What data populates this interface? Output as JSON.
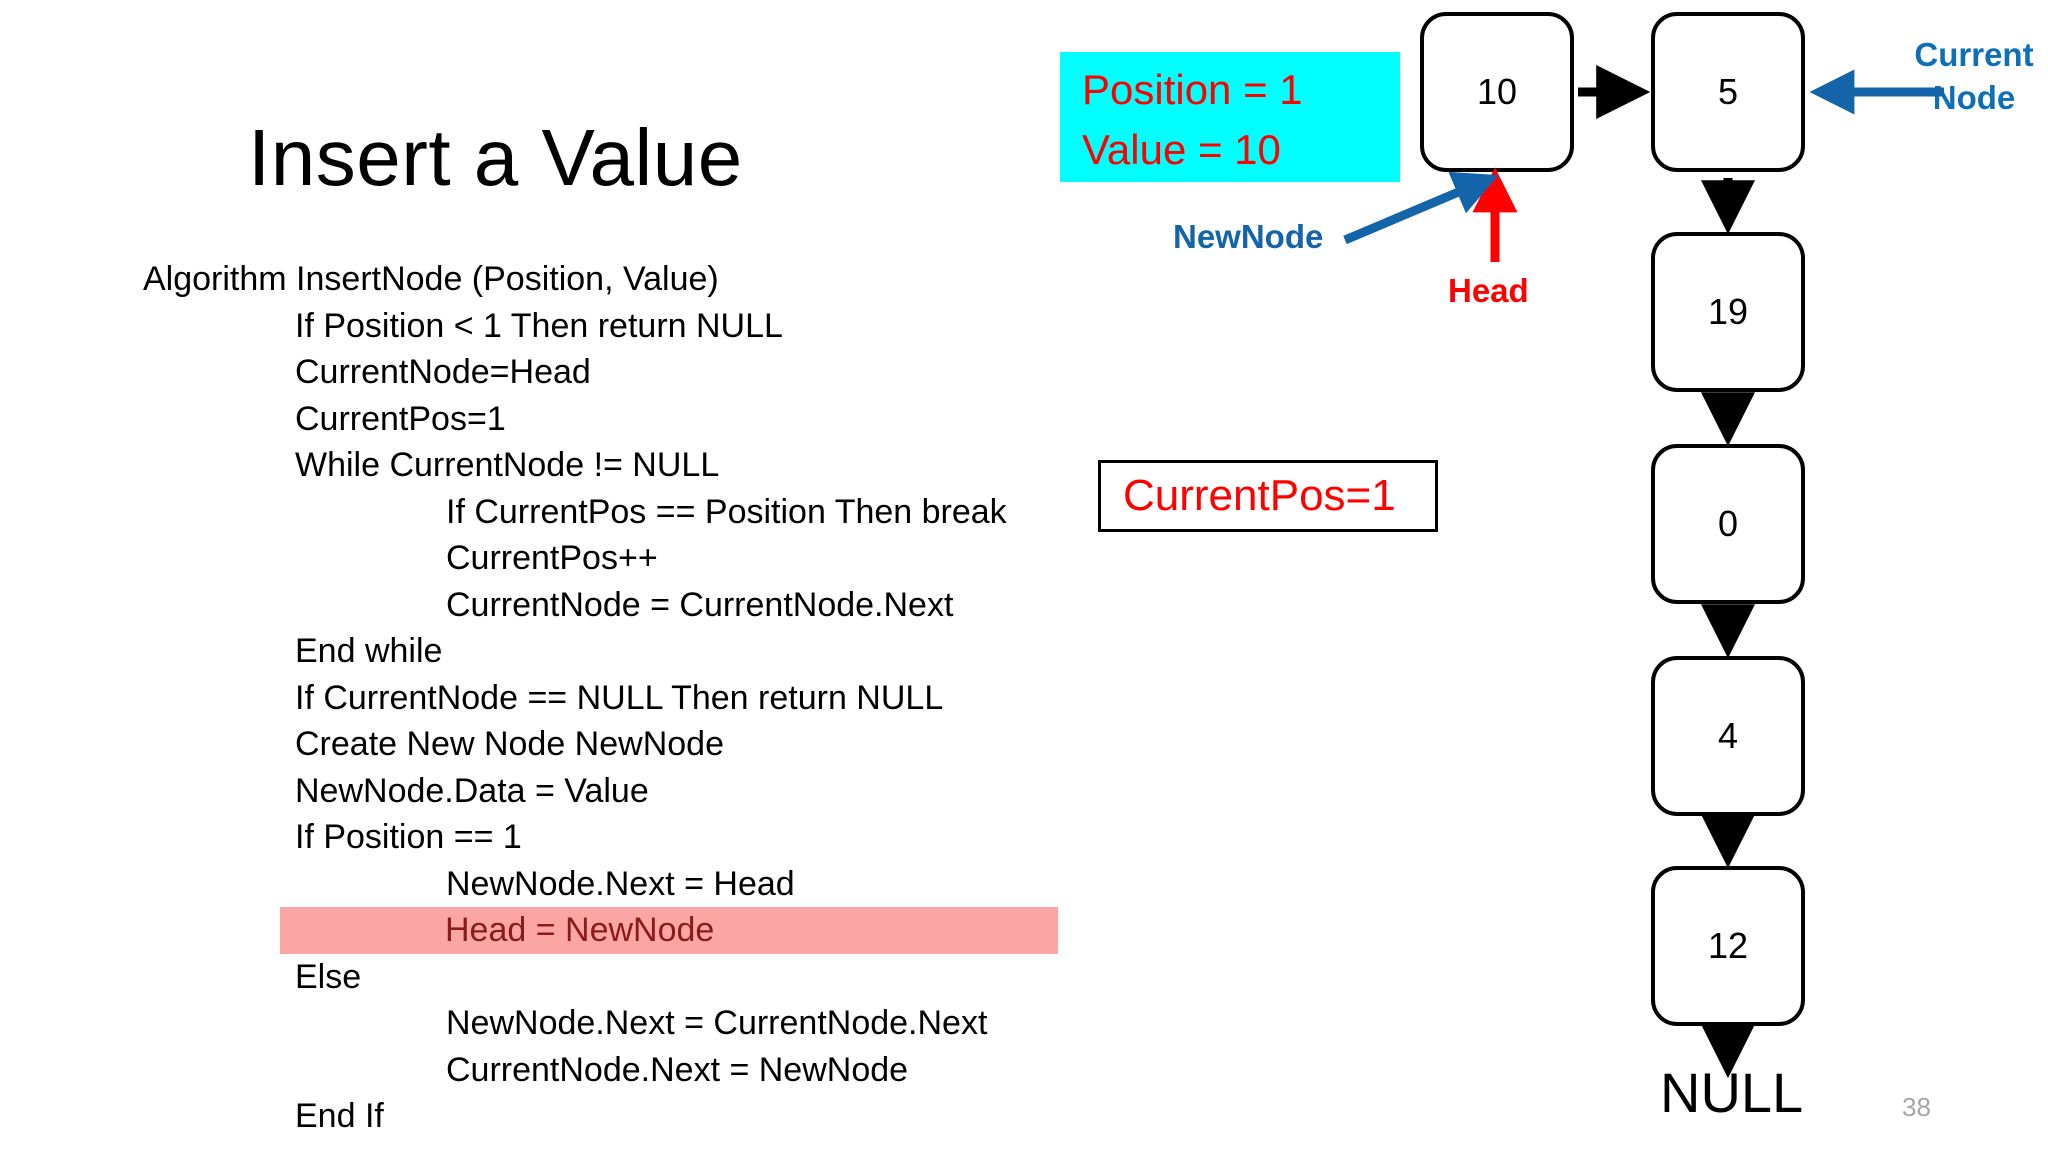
{
  "slide": {
    "title": "Insert a Value",
    "page_number": "38"
  },
  "algorithm": {
    "lines": [
      {
        "text": "Algorithm InsertNode (Position, Value)",
        "indent": 0,
        "highlight": false
      },
      {
        "text": "If Position < 1 Then return NULL",
        "indent": 1,
        "highlight": false
      },
      {
        "text": "CurrentNode=Head",
        "indent": 1,
        "highlight": false
      },
      {
        "text": "CurrentPos=1",
        "indent": 1,
        "highlight": false
      },
      {
        "text": "While CurrentNode != NULL",
        "indent": 1,
        "highlight": false
      },
      {
        "text": "If CurrentPos == Position Then break",
        "indent": 2,
        "highlight": false
      },
      {
        "text": "CurrentPos++",
        "indent": 2,
        "highlight": false
      },
      {
        "text": "CurrentNode = CurrentNode.Next",
        "indent": 2,
        "highlight": false
      },
      {
        "text": "End while",
        "indent": 1,
        "highlight": false
      },
      {
        "text": "If CurrentNode == NULL Then return NULL",
        "indent": 1,
        "highlight": false
      },
      {
        "text": "Create New Node NewNode",
        "indent": 1,
        "highlight": false
      },
      {
        "text": "NewNode.Data = Value",
        "indent": 1,
        "highlight": false
      },
      {
        "text": "If Position == 1",
        "indent": 1,
        "highlight": false
      },
      {
        "text": "NewNode.Next = Head",
        "indent": 2,
        "highlight": false
      },
      {
        "text": "Head = NewNode",
        "indent": 2,
        "highlight": true
      },
      {
        "text": "Else",
        "indent": 1,
        "highlight": false
      },
      {
        "text": "NewNode.Next = CurrentNode.Next",
        "indent": 2,
        "highlight": false
      },
      {
        "text": "CurrentNode.Next = NewNode",
        "indent": 2,
        "highlight": false
      },
      {
        "text": "End If",
        "indent": 1,
        "highlight": false
      }
    ]
  },
  "param_box": {
    "line1": "Position = 1",
    "line2": "Value = 10",
    "background": "#00FFFF",
    "text_color": "#FF0000"
  },
  "currentpos_box": {
    "text": "CurrentPos=1",
    "text_color": "#FF0000"
  },
  "diagram": {
    "nodes": [
      {
        "value": "10",
        "name": "node-10"
      },
      {
        "value": "5",
        "name": "node-5"
      },
      {
        "value": "19",
        "name": "node-19"
      },
      {
        "value": "0",
        "name": "node-0"
      },
      {
        "value": "4",
        "name": "node-4"
      },
      {
        "value": "12",
        "name": "node-12"
      }
    ],
    "terminator": "NULL",
    "labels": {
      "current_node_line1": "Current",
      "current_node_line2": "Node",
      "newnode": "NewNode",
      "head": "Head"
    },
    "colors": {
      "pointer_blue": "#1464AA",
      "pointer_red": "#FF0000",
      "link_black": "#000000",
      "highlight_pink": "#FCA5A5"
    }
  }
}
